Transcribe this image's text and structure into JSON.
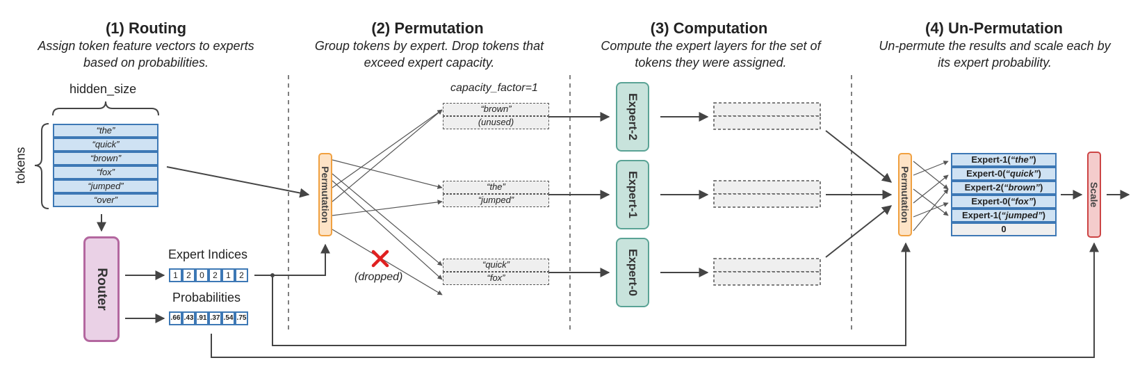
{
  "stages": [
    {
      "title": "(1) Routing",
      "desc": [
        "Assign token feature vectors to experts",
        "based on probabilities."
      ]
    },
    {
      "title": "(2) Permutation",
      "desc": [
        "Group tokens by expert. Drop tokens that",
        "exceed expert capacity."
      ]
    },
    {
      "title": "(3) Computation",
      "desc": [
        "Compute the expert layers for the set of",
        "tokens they were assigned."
      ]
    },
    {
      "title": "(4) Un-Permutation",
      "desc": [
        "Un-permute the results and scale each by",
        "its expert probability."
      ]
    }
  ],
  "routing": {
    "hidden_size_label": "hidden_size",
    "tokens_label": "tokens",
    "tokens": [
      "“the”",
      "“quick”",
      "“brown”",
      "“fox”",
      "“jumped”",
      "“over”"
    ],
    "router_label": "Router",
    "expert_indices_label": "Expert Indices",
    "expert_indices": [
      "1",
      "2",
      "0",
      "2",
      "1",
      "2"
    ],
    "probabilities_label": "Probabilities",
    "probabilities": [
      ".66",
      ".43",
      ".91",
      ".37",
      ".54",
      ".75"
    ]
  },
  "permutation": {
    "block_label": "Permutation",
    "capacity_label": "capacity_factor=1",
    "dropped_label": "(dropped)",
    "slots": {
      "expert2": [
        "“brown”",
        "(unused)"
      ],
      "expert1": [
        "“the”",
        "“jumped”"
      ],
      "expert0": [
        "“quick”",
        "“fox”"
      ]
    }
  },
  "computation": {
    "experts": [
      "Expert-2",
      "Expert-1",
      "Expert-0"
    ]
  },
  "unpermutation": {
    "block_label": "Permutation",
    "scale_label": "Scale",
    "outputs": [
      {
        "expert": "Expert-1",
        "token": "“the”"
      },
      {
        "expert": "Expert-0",
        "token": "“quick”"
      },
      {
        "expert": "Expert-2",
        "token": "“brown”"
      },
      {
        "expert": "Expert-0",
        "token": "“fox”"
      },
      {
        "expert": "Expert-1",
        "token": "“jumped”"
      },
      {
        "expert": "0",
        "token": ""
      }
    ]
  },
  "colors": {
    "token_fill": "#cfe2f3",
    "token_border": "#3d78b5",
    "router_fill": "#ead1e6",
    "router_border": "#b3679f",
    "expert_fill": "#c8e3dc",
    "expert_border": "#5aa395",
    "perm_fill": "#fde3c6",
    "perm_border": "#f0a040",
    "scale_fill": "#f4cccc",
    "scale_border": "#cc4444",
    "drop_mark": "#e02020"
  }
}
